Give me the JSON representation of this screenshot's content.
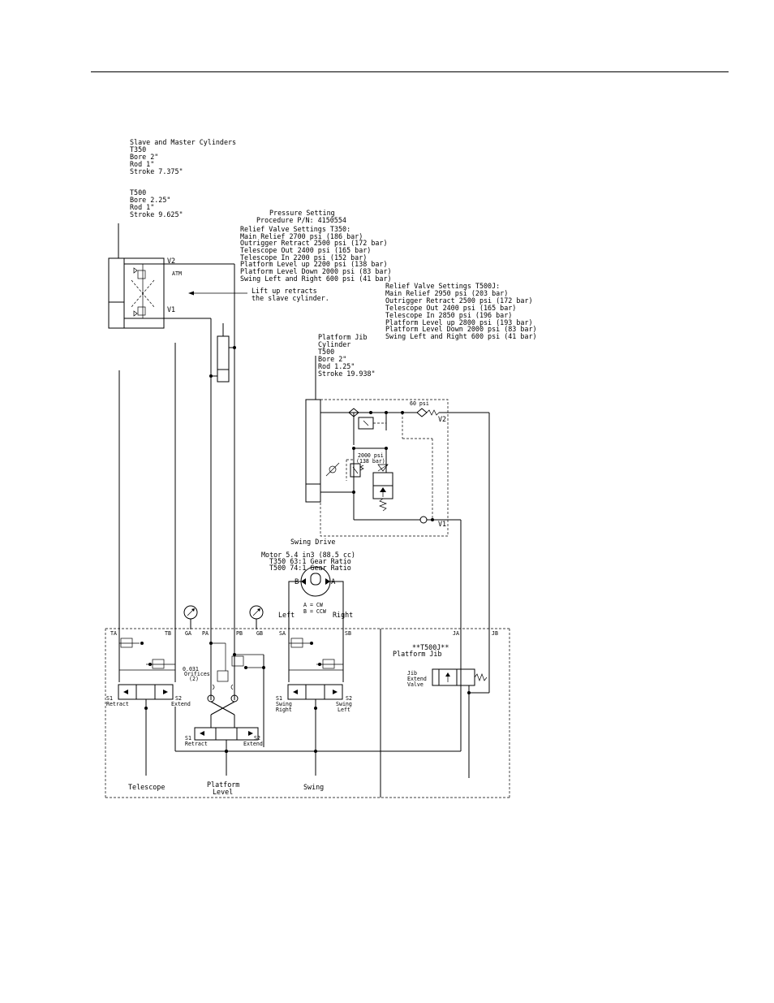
{
  "cylinders_note": {
    "title": "Slave and Master Cylinders",
    "t350": [
      "T350",
      "Bore 2\"",
      "Rod 1\"",
      "Stroke 7.375\""
    ],
    "t500": [
      "T500",
      "Bore 2.25\"",
      "Rod 1\"",
      "Stroke 9.625\""
    ]
  },
  "pressure_note": {
    "lines": [
      "Pressure Setting",
      "Procedure P/N: 4150554"
    ]
  },
  "relief_t350": {
    "lines": [
      "Relief Valve Settings T350:",
      "Main Relief 2700 psi (186 bar)",
      "Outrigger Retract 2500 psi (172 bar)",
      "Telescope Out 2400 psi (165 bar)",
      "Telescope In 2200 psi (152 bar)",
      "Platform Level up 2200 psi (138 bar)",
      "Platform Level Down 2000 psi (83 bar)",
      "Swing Left and Right 600 psi (41 bar)"
    ]
  },
  "relief_t500j": {
    "lines": [
      "Relief Valve Settings T500J:",
      "Main Relief 2950 psi (203 bar)",
      "Outrigger Retract 2500 psi (172 bar)",
      "Telescope Out 2400 psi (165 bar)",
      "Telescope In 2850 psi (196 bar)",
      "Platform Level up 2800 psi (193 bar)",
      "Platform Level Down 2000 psi (83 bar)",
      "Swing Left and Right 600 psi (41 bar)"
    ]
  },
  "slave_cyl": {
    "v2": "V2",
    "v1": "V1",
    "atm": "ATM",
    "note": [
      "Lift up retracts",
      "the slave cylinder."
    ]
  },
  "jib_cyl_note": {
    "lines": [
      "Platform Jib",
      "Cylinder",
      "T500",
      "Bore 2\"",
      "Rod 1.25\"",
      "Stroke 19.938\""
    ]
  },
  "jib_valve": {
    "check_psi": "60 psi",
    "v2": "V2",
    "v1": "V1",
    "relief_psi": "2000 psi",
    "relief_bar": "(138 bar)"
  },
  "swing_drive": {
    "title": "Swing Drive",
    "lines": [
      "Motor 5.4 in3 (88.5 cc)",
      "T350 63:1 Gear Ratio",
      "T500 74:1 Gear Ratio"
    ],
    "port_b": "B",
    "port_a": "A",
    "legend_a": "A = CW",
    "legend_b": "B = CCW",
    "left": "Left",
    "right": "Right"
  },
  "manifold": {
    "ports": [
      "TA",
      "TB",
      "GA",
      "PA",
      "PB",
      "GB",
      "SA",
      "SB",
      "JA",
      "JB"
    ],
    "orifice": [
      "0.031",
      "Orifices",
      "(2)"
    ],
    "telescope": {
      "s1": [
        "S1",
        "Retract"
      ],
      "s2": [
        "S2",
        "Extend"
      ],
      "label": "Telescope"
    },
    "platform": {
      "s1": [
        "S1",
        "Retract"
      ],
      "s2": [
        "S2",
        "Extend"
      ],
      "label": [
        "Platform",
        "Level"
      ]
    },
    "swing": {
      "s1": [
        "S1",
        "Swing",
        "Right"
      ],
      "s2": [
        "S2",
        "Swing",
        "Left"
      ],
      "label": "Swing"
    },
    "jib": {
      "title": "**T500J**",
      "subtitle": "Platform Jib",
      "valve": [
        "Jib",
        "Extend",
        "Valve"
      ]
    }
  }
}
